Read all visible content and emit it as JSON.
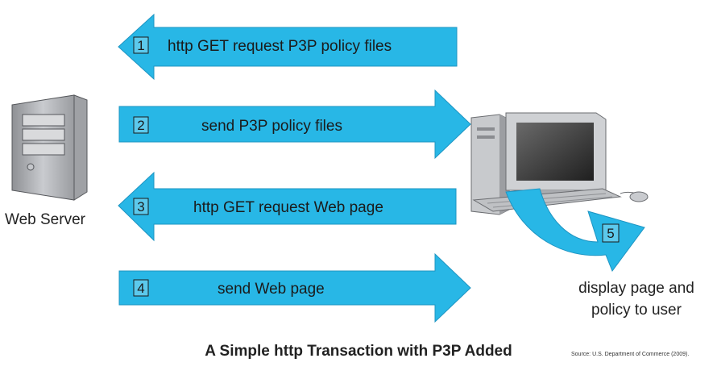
{
  "colors": {
    "arrow_fill": "#28b7e6",
    "arrow_stroke": "#1d94c2",
    "number_box_stroke": "#1a1a1a",
    "server_body": "#b7b9bd",
    "monitor_screen": "#3c3c3c"
  },
  "steps": [
    {
      "number": "1",
      "label": "http GET request P3P policy files",
      "direction": "left"
    },
    {
      "number": "2",
      "label": "send P3P policy files",
      "direction": "right"
    },
    {
      "number": "3",
      "label": "http GET request Web page",
      "direction": "left"
    },
    {
      "number": "4",
      "label": "send Web page",
      "direction": "right"
    },
    {
      "number": "5",
      "label": "display page and policy to user",
      "direction": "curved"
    }
  ],
  "server": {
    "label": "Web Server",
    "icon": "server-tower-icon"
  },
  "client": {
    "icon": "desktop-computer-icon",
    "label_line1": "display page and",
    "label_line2": "policy to user"
  },
  "title": "A Simple http Transaction with P3P Added",
  "source": "Source: U.S. Department of Commerce (2009)."
}
